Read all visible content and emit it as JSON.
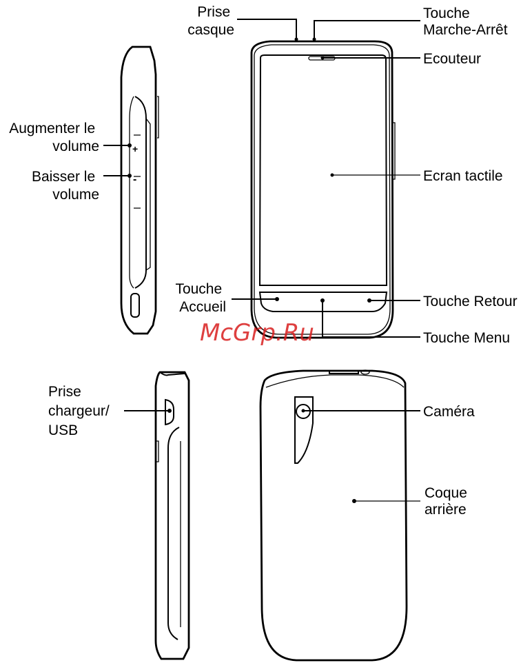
{
  "labels": {
    "headphone_jack": [
      "Prise",
      "casque"
    ],
    "power_key": [
      "Touche",
      "Marche-Arrêt"
    ],
    "earpiece": "Ecouteur",
    "volume_up": [
      "Augmenter le",
      "volume"
    ],
    "volume_down": [
      "Baisser le",
      "volume"
    ],
    "touchscreen": "Ecran tactile",
    "home_key": [
      "Touche",
      "Accueil"
    ],
    "back_key": "Touche Retour",
    "menu_key": "Touche Menu",
    "charger_usb": [
      "Prise",
      "chargeur/",
      "USB"
    ],
    "camera": "Caméra",
    "back_cover": [
      "Coque",
      "arrière"
    ]
  },
  "volume_symbols": {
    "plus": "+",
    "minus": "-"
  },
  "watermark": "McGrp.Ru"
}
